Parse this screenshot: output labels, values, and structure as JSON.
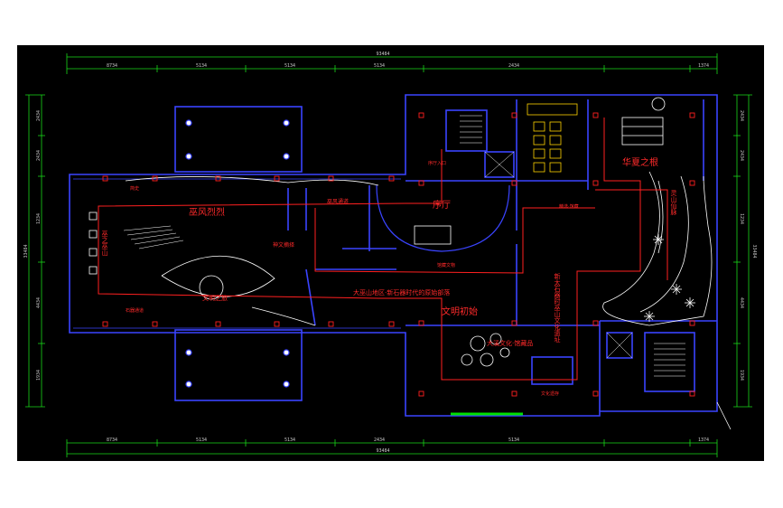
{
  "drawing": {
    "colors": {
      "background": "#000000",
      "wall": "#3a44ff",
      "route": "#ff2020",
      "dimension": "#18d818",
      "furniture": "#ffd400",
      "outline": "#ffffff",
      "plant": "#ffffff",
      "entrance": "#00e000"
    },
    "dimensions": {
      "top_overall": "93484",
      "top_segments": [
        "8734",
        "5134",
        "5134",
        "5134",
        "2434",
        "1374"
      ],
      "bottom_overall": "93484",
      "bottom_segments": [
        "8734",
        "5134",
        "5134",
        "2434",
        "5134",
        "1374"
      ],
      "left_overall": "33484",
      "left_segments": [
        "2434",
        "2434",
        "1234",
        "4434",
        "1934"
      ],
      "right_overall": "33484",
      "right_segments": [
        "2434",
        "2434",
        "1234",
        "4434",
        "1934"
      ]
    },
    "zones": {
      "wufeng": "巫风烈烈",
      "wufeng_vertical": "巫之巫山",
      "hall": "序厅",
      "wenming": "文明初始",
      "huaxia": "华夏之根",
      "lingshan": "灵山仙脉",
      "dawan": "大巫山地区·新石器时代的原始部落",
      "daxi": "大溪文化·馆藏品",
      "xinshiqi_vertical": "新太石器时巫山文化遗址",
      "wenming_zhilu": "文明之旅"
    },
    "labels": {
      "entrance": "序厅入口",
      "wufeng_tongdao": "巫风通道",
      "shenwen": "神文摘择",
      "jingxuan": "精选·馆藏",
      "jianshi": "简史",
      "guanzang": "馆藏文物",
      "wenhua": "文化遗存",
      "qitongdao": "石器通道"
    }
  }
}
